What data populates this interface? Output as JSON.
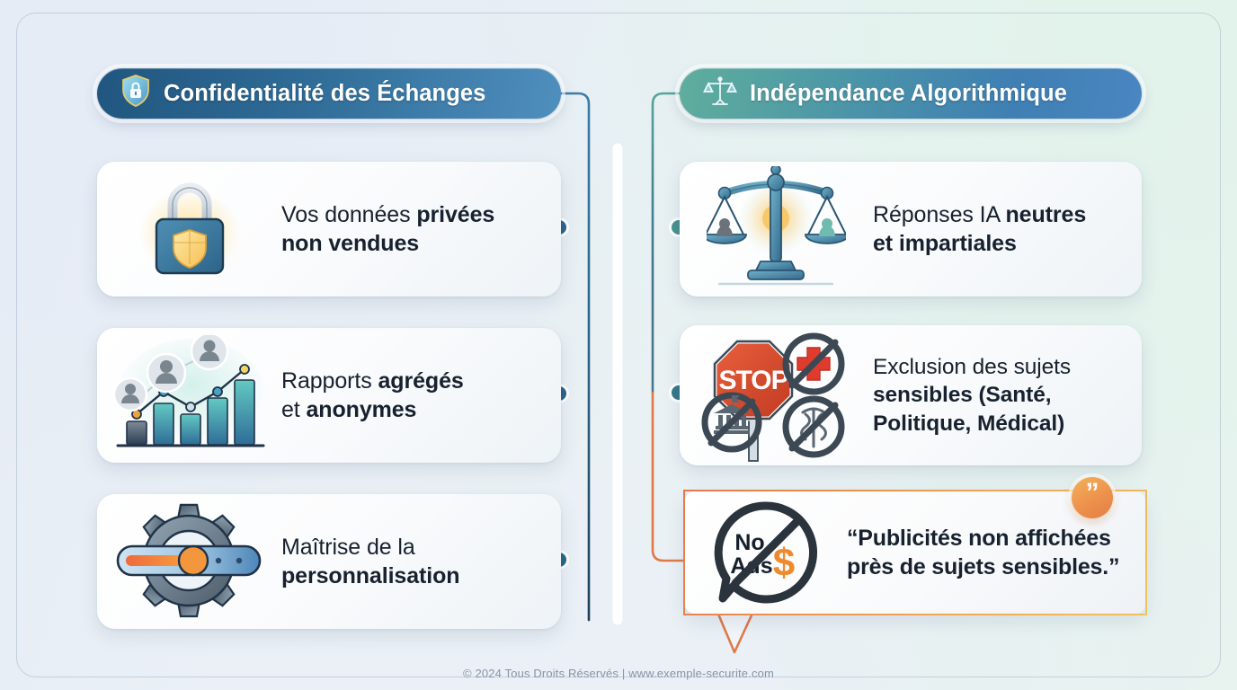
{
  "page": {
    "background_left": "#e7ecf5",
    "background_right": "#e4f2ec",
    "frame_color": "#96a8be"
  },
  "columns": {
    "left": {
      "header": {
        "title": "Confidentialité des Échanges",
        "icon": "shield-lock-icon",
        "gradient_from": "#20567f",
        "gradient_to": "#4f8fbe"
      },
      "cards": [
        {
          "icon": "padlock-shield-icon",
          "line1_plain": "Vos données ",
          "line1_bold": "privées",
          "line2_bold": "non vendues",
          "line2_plain": ""
        },
        {
          "icon": "bar-chart-users-icon",
          "line1_plain": "Rapports ",
          "line1_bold": "agrégés",
          "line2_plain": "et ",
          "line2_bold": "anonymes"
        },
        {
          "icon": "gear-slider-icon",
          "line1_plain": "Maîtrise de la",
          "line1_bold": "",
          "line2_plain": "",
          "line2_bold": "personnalisation"
        }
      ]
    },
    "right": {
      "header": {
        "title": "Indépendance Algorithmique",
        "icon": "balance-scale-icon",
        "gradient_from": "#5fae9d",
        "gradient_to": "#4a86c2"
      },
      "cards": [
        {
          "icon": "justice-scale-icon",
          "line1_plain": "Réponses IA ",
          "line1_bold": "neutres",
          "line2_plain": "",
          "line2_bold": "et impartiales"
        },
        {
          "icon": "stop-sign-restricted-icon",
          "line1_plain": "Exclusion des sujets",
          "line1_bold": "",
          "line2_bold": "sensibles (Santé,",
          "line3_bold": "Politique, Médical)"
        }
      ],
      "quote": {
        "icon": "no-ads-icon",
        "badge_icon": "quote-mark-icon",
        "badge_glyph": "”",
        "line1": "“Publicités non affichées",
        "line2": "près de sujets sensibles.”",
        "border_from": "#e8784a",
        "border_to": "#f3c15e"
      }
    }
  },
  "connectors": {
    "left_trunk_color": "#2f5f83",
    "right_trunk_color_top": "#4f9a92",
    "right_trunk_color_bottom": "#e0794a",
    "spine_color_top": "#6fbcae",
    "spine_color_bottom": "#1e3a52",
    "dot_left_color": "#2b6389",
    "dot_right_color": "#49928e"
  },
  "footer": {
    "text": "© 2024 Tous Droits Réservés | www.exemple-securite.com"
  }
}
